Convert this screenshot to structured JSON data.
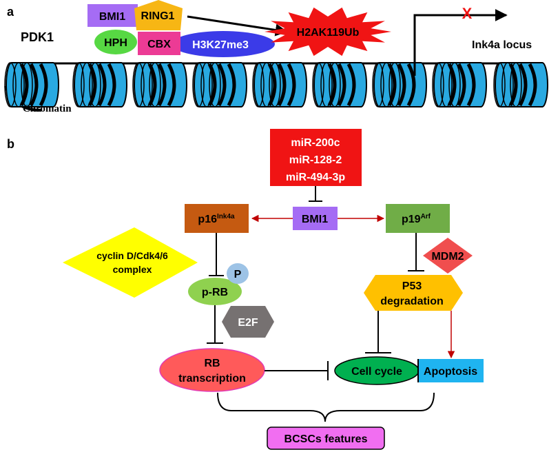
{
  "panel_a": {
    "label": "a",
    "pdk1": "PDK1",
    "bmi1": "BMI1",
    "ring1": "RING1",
    "hph": "HPH",
    "cbx": "CBX",
    "h3k27me3": "H3K27me3",
    "h2ak119ub": "H2AK119Ub",
    "ink4a_locus": "Ink4a locus",
    "chromatin": "Chromatin",
    "blocked_mark": "X"
  },
  "panel_b": {
    "label": "b",
    "mirnas": [
      "miR-200c",
      "miR-128-2",
      "miR-494-3p"
    ],
    "bmi1": "BMI1",
    "p16": {
      "base": "p16",
      "sup": "Ink4a"
    },
    "p19": {
      "base": "p19",
      "sup": "Arf"
    },
    "cyclin": [
      "cyclin D/Cdk4/6",
      "complex"
    ],
    "p": "P",
    "prb": "p-RB",
    "mdm2": "MDM2",
    "p53": [
      "P53",
      "degradation"
    ],
    "e2f": "E2F",
    "rb_transcription": [
      "RB",
      "transcription"
    ],
    "cell_cycle": "Cell cycle",
    "apoptosis": "Apoptosis",
    "bcscs": "BCSCs features"
  },
  "colors": {
    "nucleosome": "#29a9e1",
    "bmi1": "#a56cf4",
    "ring1": "#f7b614",
    "hph": "#57d843",
    "cbx": "#ec3b95",
    "h3k27me3": "#3b3be8",
    "h2ak119ub": "#f01414",
    "mirna": "#f01414",
    "p16": "#c55a11",
    "p19": "#70ad47",
    "cyclin": "#ffff00",
    "p_circle": "#9dc3e6",
    "prb": "#8fd14f",
    "mdm2": "#f04e4e",
    "p53": "#ffc000",
    "e2f": "#767171",
    "rb_transcription": "#ff5a5a",
    "cell_cycle": "#00b050",
    "apoptosis": "#1fb4f0",
    "bcscs": "#f16ef1",
    "activation_arrow": "#c00000"
  }
}
